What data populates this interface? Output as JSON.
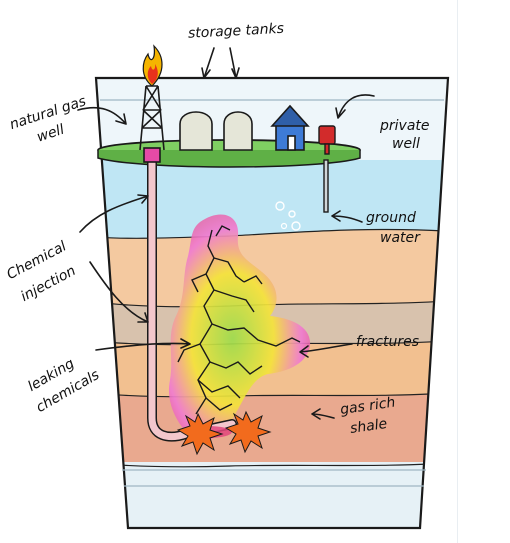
{
  "labels": {
    "storage_tanks": "storage tanks",
    "natural_gas_well": [
      "natural gas",
      "well"
    ],
    "private_well": [
      "private",
      "well"
    ],
    "ground_water": [
      "ground",
      "water"
    ],
    "chemical_injection": [
      "Chemical",
      "injection"
    ],
    "fractures": "fractures",
    "leaking_chemicals": [
      "leaking",
      "chemicals"
    ],
    "gas_rich_shale": [
      "gas rich",
      "shale"
    ]
  },
  "colors": {
    "glass_outline": "#1a1a1a",
    "ground_surface": "#7fcf62",
    "ground_water": "#bfe6f4",
    "sand_layer": "#f4c9a0",
    "rock_layer": "#d8c2ad",
    "mid_layer": "#f2c090",
    "shale_layer": "#e9a98f",
    "bottom_glass": "#e6f1f6",
    "pipe": "#f3c7cc",
    "house": "#3e7bd6",
    "roof": "#2f5fa8",
    "private_well_cap": "#d22b2b",
    "tanks": "#e5e6d8",
    "flame_outer": "#f5b400",
    "flame_inner": "#e8311c",
    "leak_gradient": [
      "#f4e33a",
      "#9ddc4b",
      "#f07bd0",
      "#e2477d"
    ],
    "explosion": "#f26b1d"
  }
}
